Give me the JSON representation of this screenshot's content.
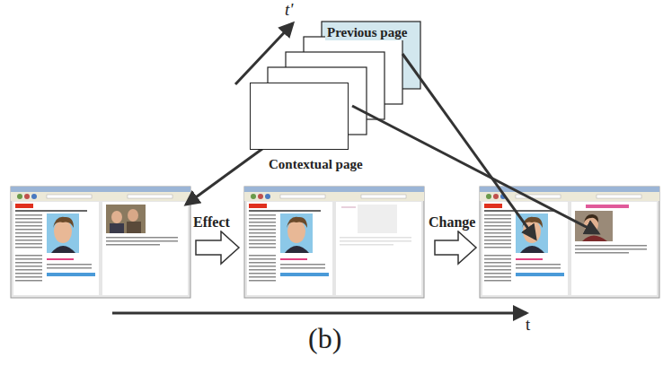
{
  "diagram": {
    "nodes": [
      {
        "text": [
          "Previous page"
        ]
      },
      {
        "text": [
          "Contextual page"
        ]
      }
    ],
    "labels": [
      "t'",
      "Effect",
      "Change",
      "t",
      "(b)"
    ]
  }
}
